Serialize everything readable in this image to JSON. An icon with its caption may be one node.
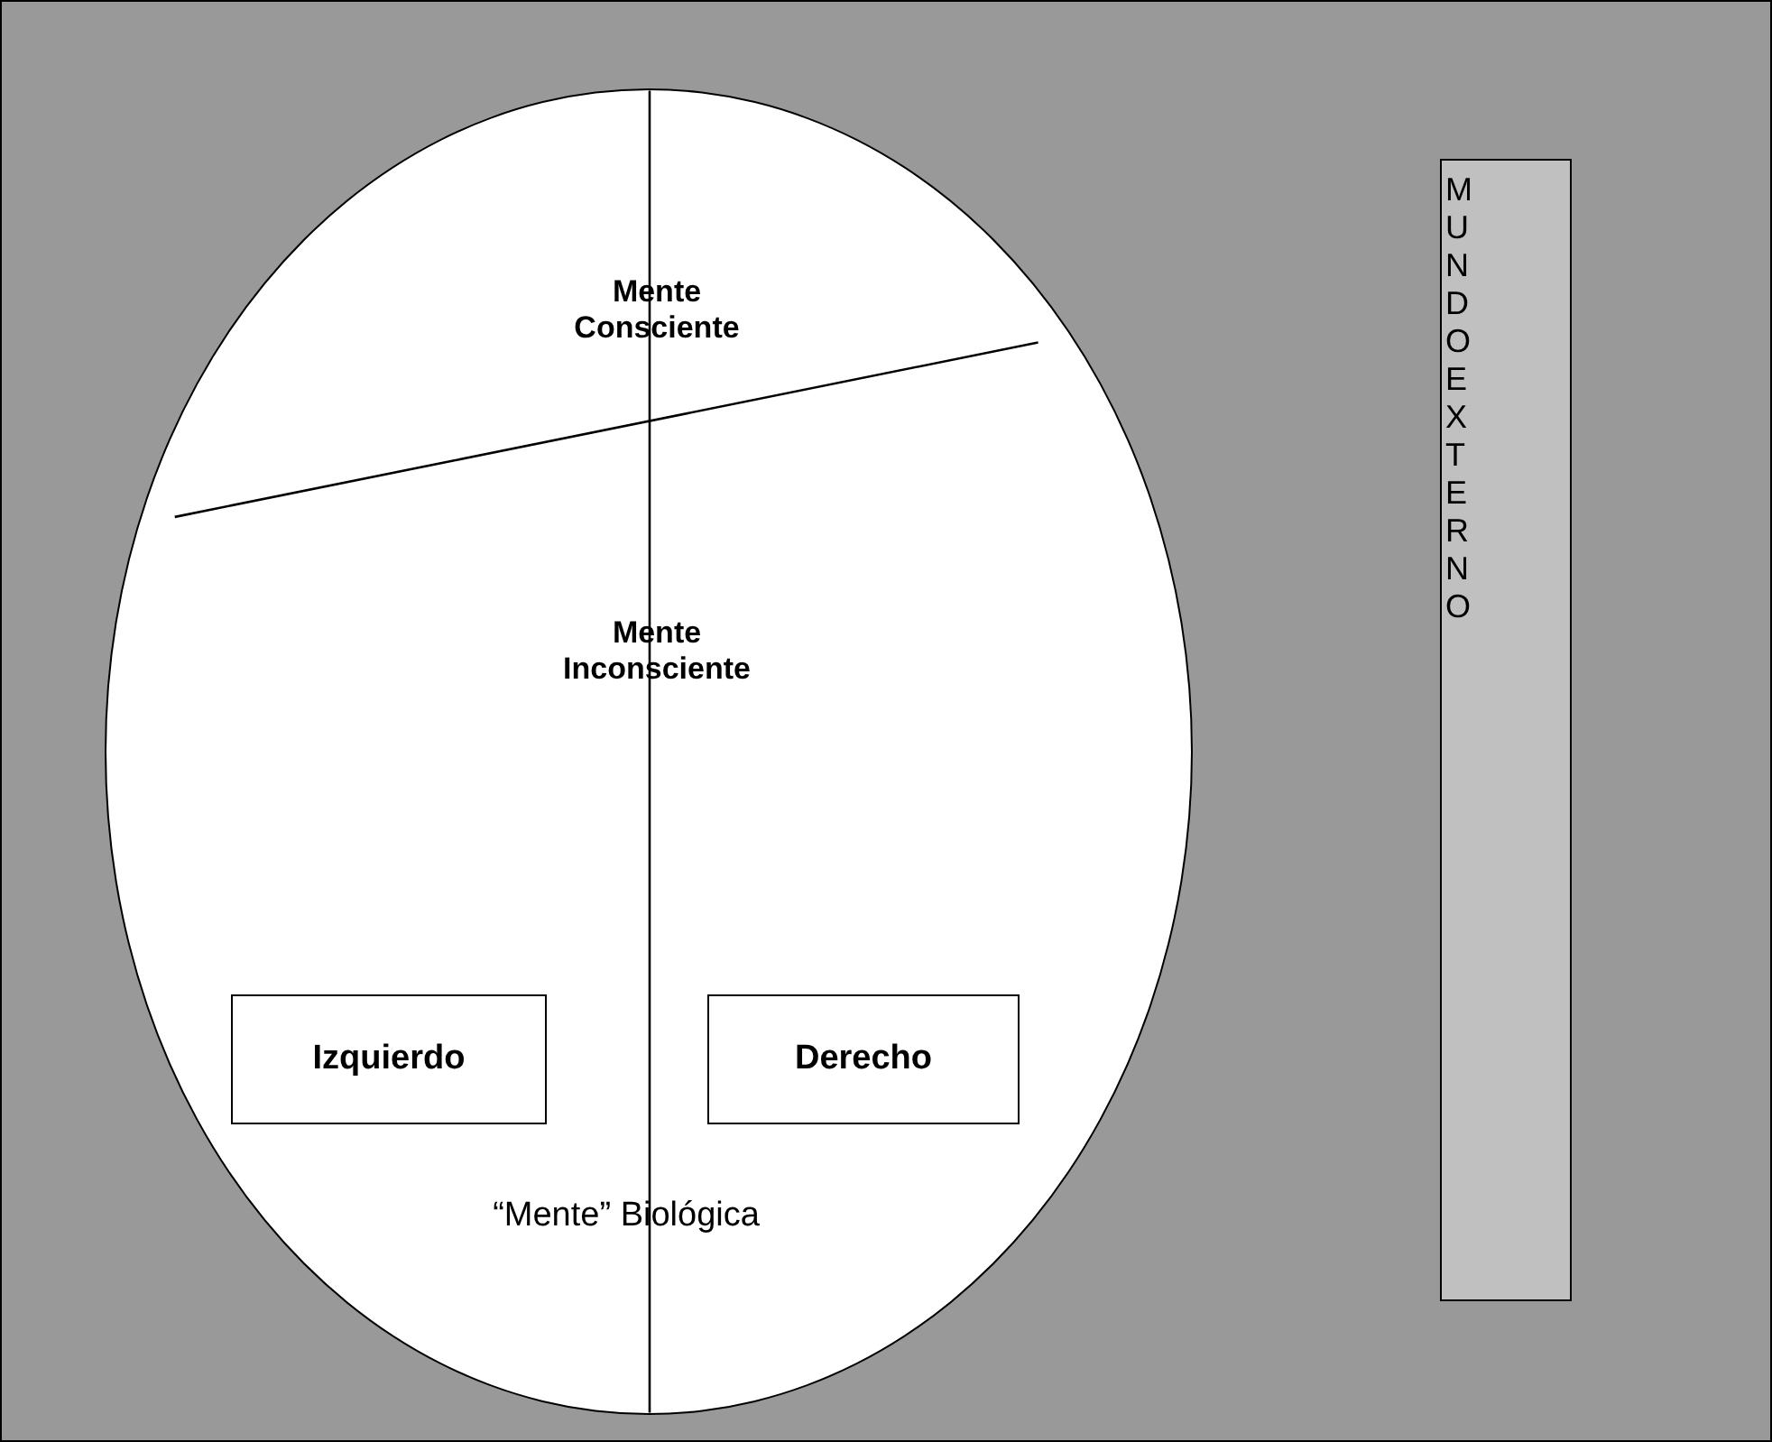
{
  "diagram": {
    "nodes": [
      {
        "text": [
          "Mente Consciente",
          "Mente Inconsciente",
          "“Mente” Biológica"
        ]
      },
      {
        "text": [
          "Izquierdo"
        ],
        "in": 0
      },
      {
        "text": [
          "Derecho"
        ],
        "in": 0
      },
      {
        "text": [
          "MUNDO EXTERNO"
        ]
      }
    ]
  }
}
